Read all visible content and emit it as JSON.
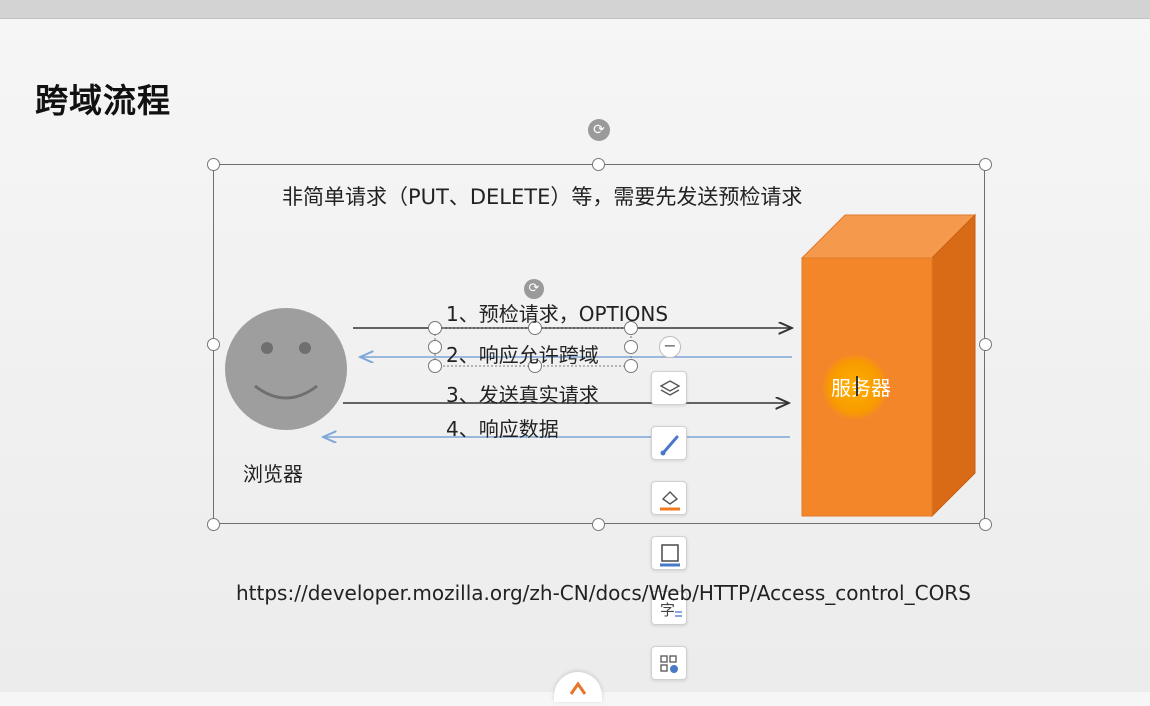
{
  "slide": {
    "title": "跨域流程",
    "note": "非简单请求（PUT、DELETE）等，需要先发送预检请求",
    "url": "https://developer.mozilla.org/zh-CN/docs/Web/HTTP/Access_control_CORS"
  },
  "diagram": {
    "browser_label": "浏览器",
    "server_label": "服务器",
    "steps": [
      {
        "label": "1、预检请求，OPTIONS",
        "direction": "to-server"
      },
      {
        "label": "2、响应允许跨域",
        "direction": "to-browser"
      },
      {
        "label": "3、发送真实请求",
        "direction": "to-server"
      },
      {
        "label": "4、响应数据",
        "direction": "to-browser"
      }
    ]
  },
  "colors": {
    "server_front": "#f4862a",
    "server_top": "#f59a4c",
    "server_side": "#d96a16",
    "face": "#9e9e9e",
    "request_arrow": "#333333",
    "response_arrow": "#7ea6d8"
  },
  "toolbar": {
    "buttons": [
      "layers-icon",
      "brush-icon",
      "fill-icon",
      "border-icon",
      "translate-icon",
      "apps-icon"
    ]
  }
}
